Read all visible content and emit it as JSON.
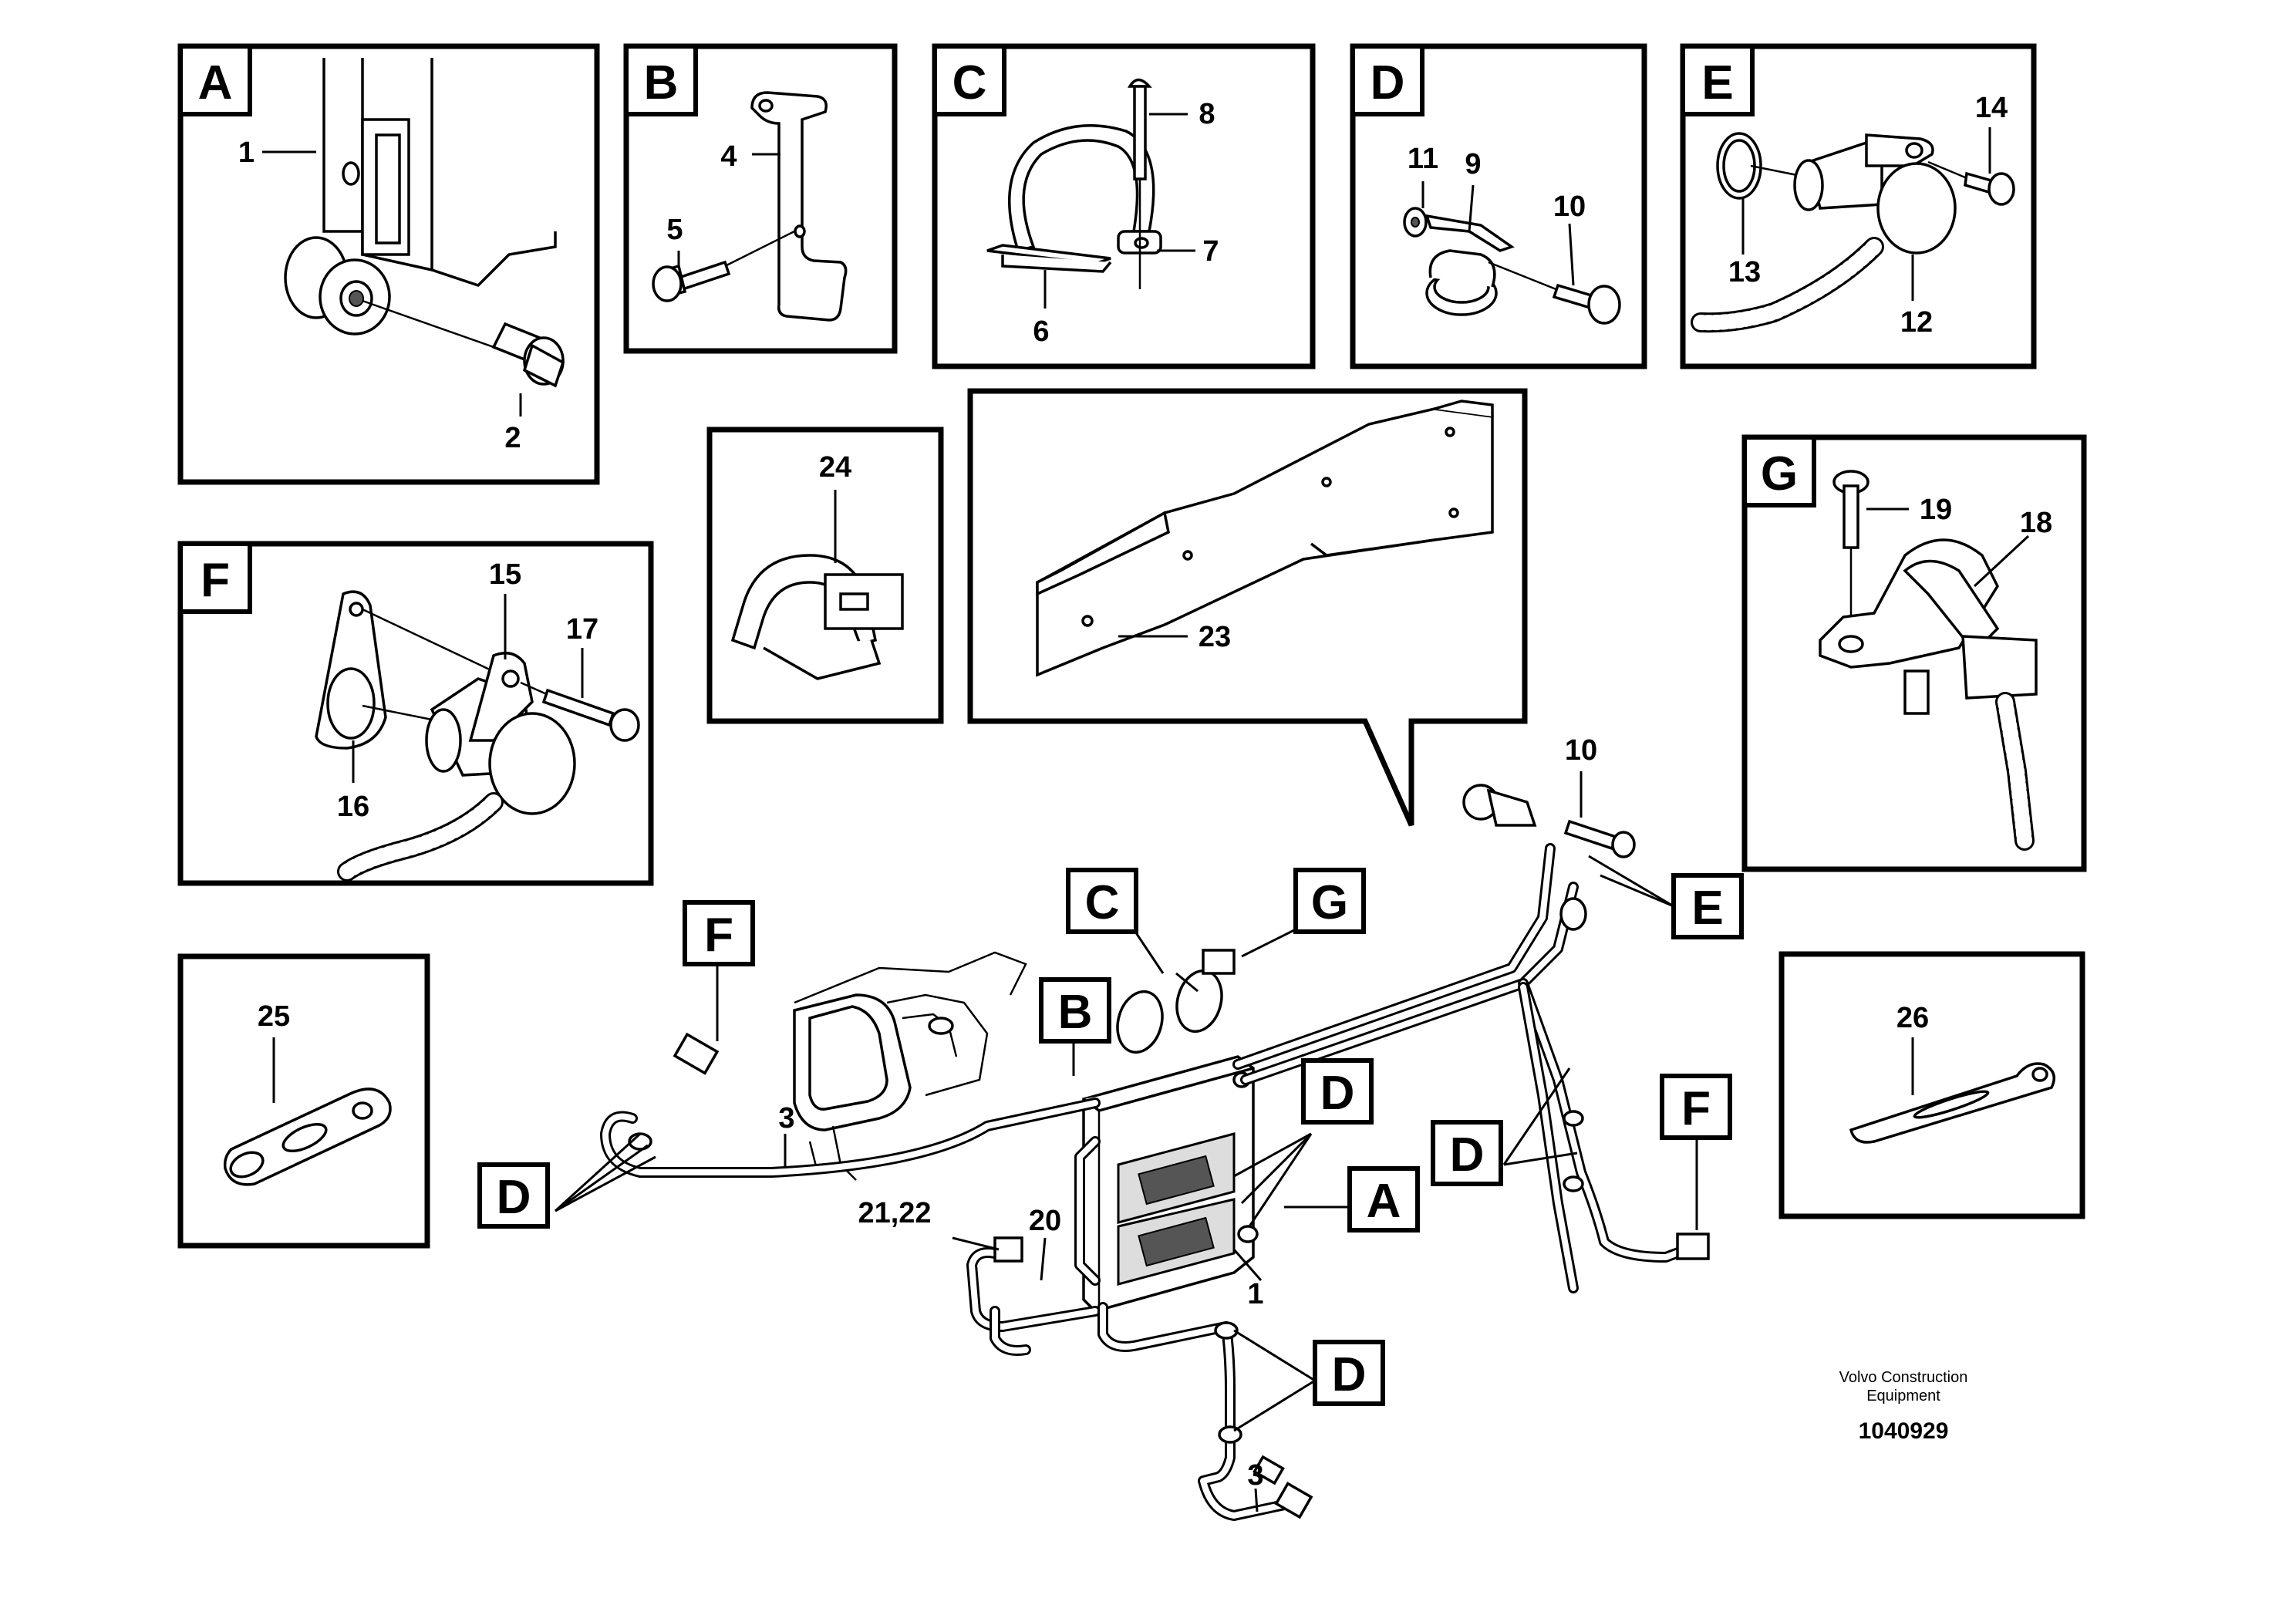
{
  "detail_views": {
    "A": {
      "tag": "A",
      "callouts": [
        "1",
        "2"
      ]
    },
    "B": {
      "tag": "B",
      "callouts": [
        "4",
        "5"
      ]
    },
    "C": {
      "tag": "C",
      "callouts": [
        "8",
        "7",
        "6"
      ]
    },
    "D": {
      "tag": "D",
      "callouts": [
        "11",
        "9",
        "10"
      ]
    },
    "E": {
      "tag": "E",
      "callouts": [
        "14",
        "13",
        "12"
      ]
    },
    "F": {
      "tag": "F",
      "callouts": [
        "15",
        "17",
        "16"
      ]
    },
    "G": {
      "tag": "G",
      "callouts": [
        "19",
        "18"
      ]
    }
  },
  "parts_views": {
    "p24": "24",
    "p23": "23",
    "p25": "25",
    "p26": "26"
  },
  "main_view": {
    "tags": {
      "C": "C",
      "G": "G",
      "E": "E",
      "F_left": "F",
      "B": "B",
      "D_left": "D",
      "D_center": "D",
      "D_right": "D",
      "A": "A",
      "F_right": "F",
      "D_bottom": "D"
    },
    "callouts": {
      "c10": "10",
      "c3": "3",
      "c2122": "21,22",
      "c20": "20",
      "c1": "1",
      "c3b": "3"
    }
  },
  "credit": {
    "line1": "Volvo Construction",
    "line2": "Equipment",
    "doc_number": "1040929"
  }
}
